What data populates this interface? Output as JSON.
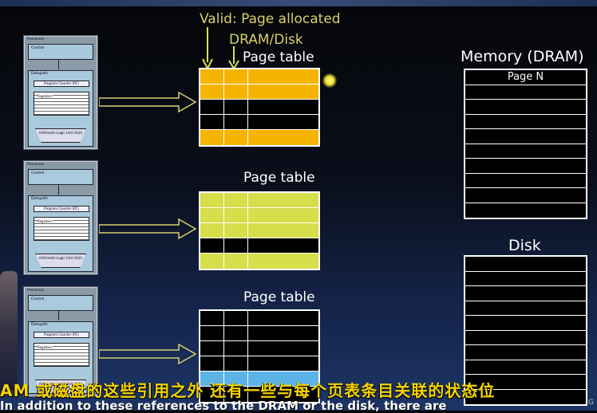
{
  "annotations": {
    "valid": "Valid: Page allocated",
    "dram_disk": "DRAM/Disk"
  },
  "processor": {
    "title": "Processor",
    "control": "Control",
    "datapath": "Datapath",
    "pc": "Program Counter (PC)",
    "registers": "Registers",
    "alu": "Arithmetic-Logic Unit (ALU)"
  },
  "page_tables": [
    {
      "label": "Page table",
      "fill": "#f5b400",
      "rows": [
        true,
        true,
        false,
        false,
        true
      ]
    },
    {
      "label": "Page table",
      "fill": "#d6de4a",
      "rows": [
        true,
        true,
        true,
        false,
        true
      ]
    },
    {
      "label": "Page table",
      "fill": "#5bb3e6",
      "rows": [
        false,
        false,
        false,
        false,
        true,
        false
      ]
    }
  ],
  "memory": {
    "label": "Memory (DRAM)",
    "first_row": "Page N"
  },
  "disk": {
    "label": "Disk"
  },
  "subtitles": {
    "cn": "AM 或磁盘的这些引用之外 还有一些与每个页表条目关联的状态位",
    "en": "In addition to these references to the DRAM or the disk, there are"
  },
  "logo": "G"
}
